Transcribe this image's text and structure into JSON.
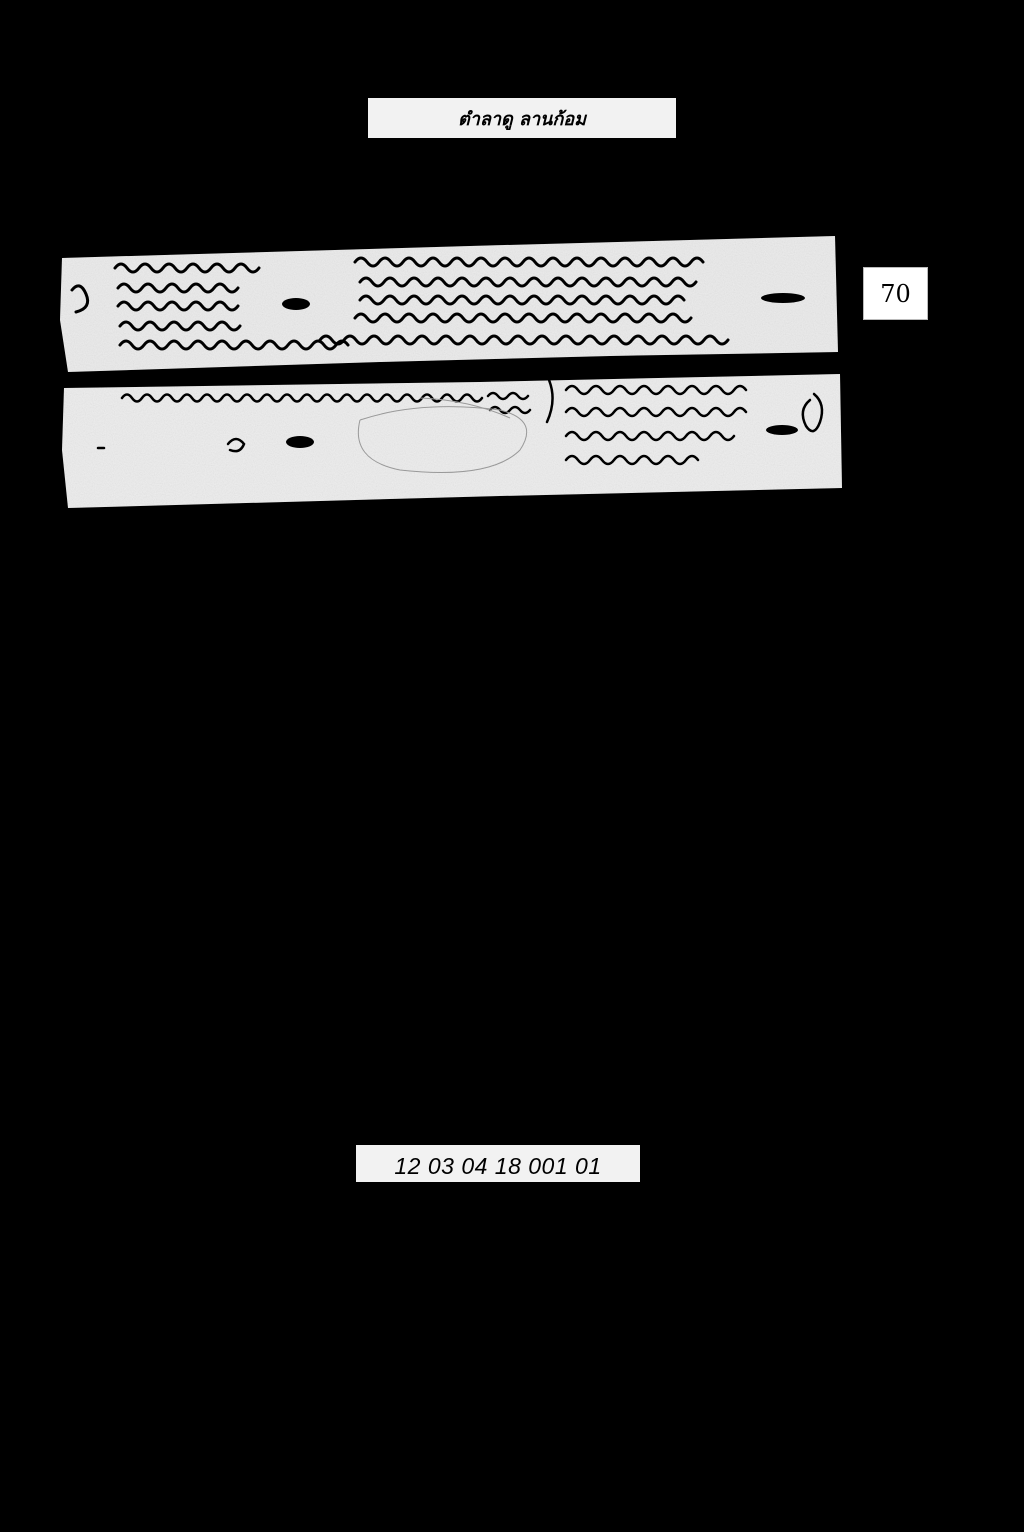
{
  "header": {
    "title": "ตำลาดู ลานก้อม"
  },
  "page_number": "70",
  "catalog_number": "12 03 04 18 001 01",
  "leaves": [
    {
      "name": "palm-leaf-manuscript-1"
    },
    {
      "name": "palm-leaf-manuscript-2"
    }
  ]
}
